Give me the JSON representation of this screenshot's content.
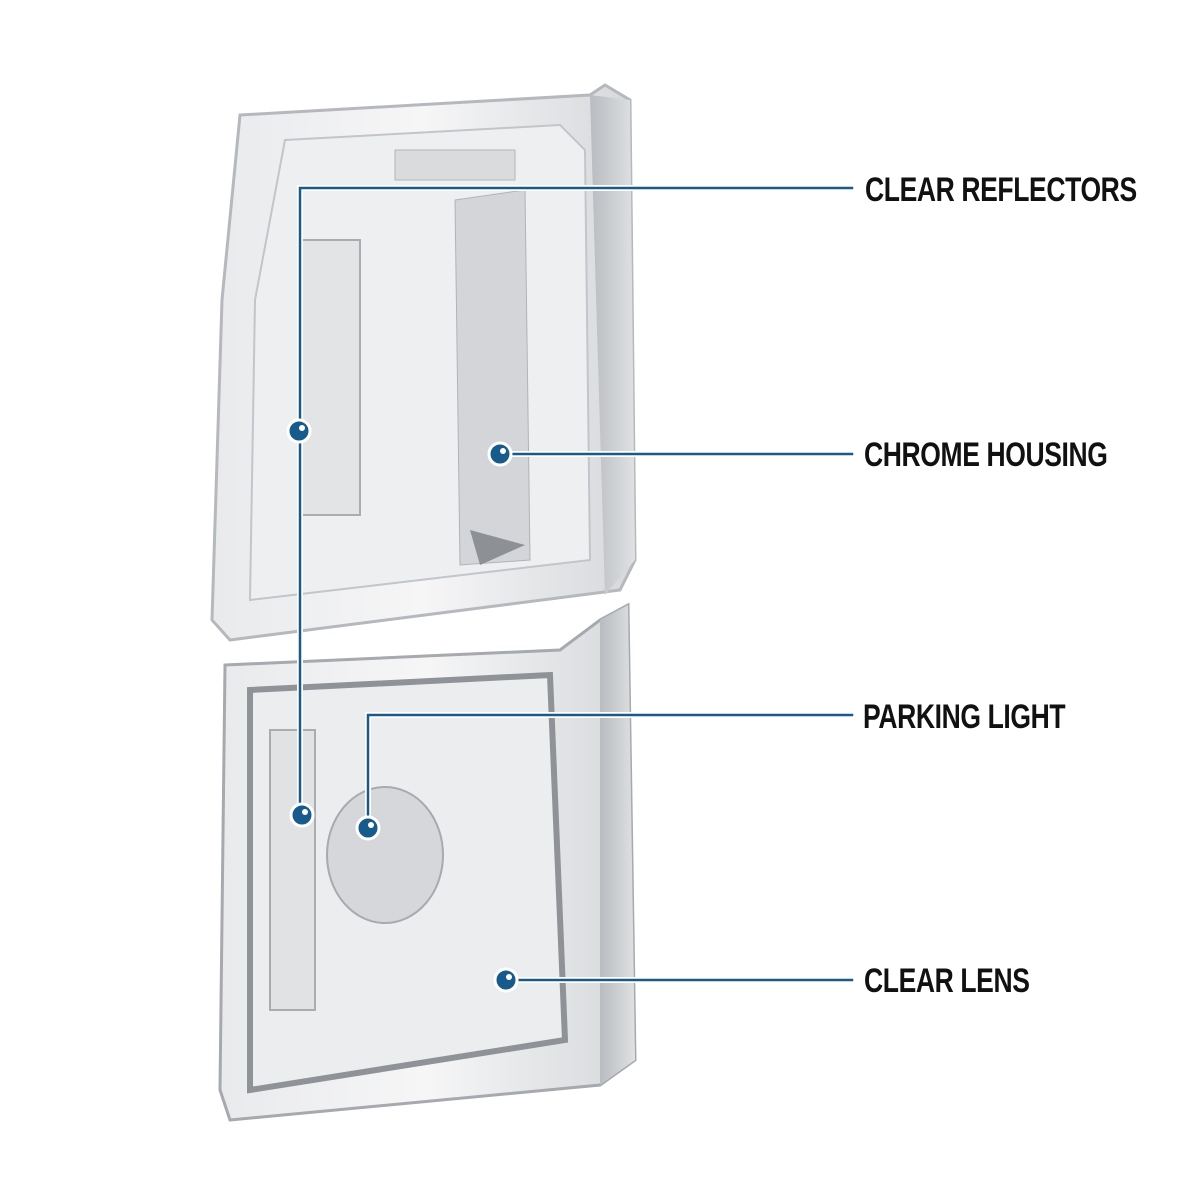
{
  "callouts": [
    {
      "label": "CLEAR REFLECTORS"
    },
    {
      "label": "CHROME HOUSING"
    },
    {
      "label": "PARKING LIGHT"
    },
    {
      "label": "CLEAR LENS"
    }
  ],
  "colors": {
    "callout_line": "#1b5a88",
    "callout_dot": "#175a8c",
    "label_text": "#111111",
    "housing_gray": "#c9cbce"
  }
}
